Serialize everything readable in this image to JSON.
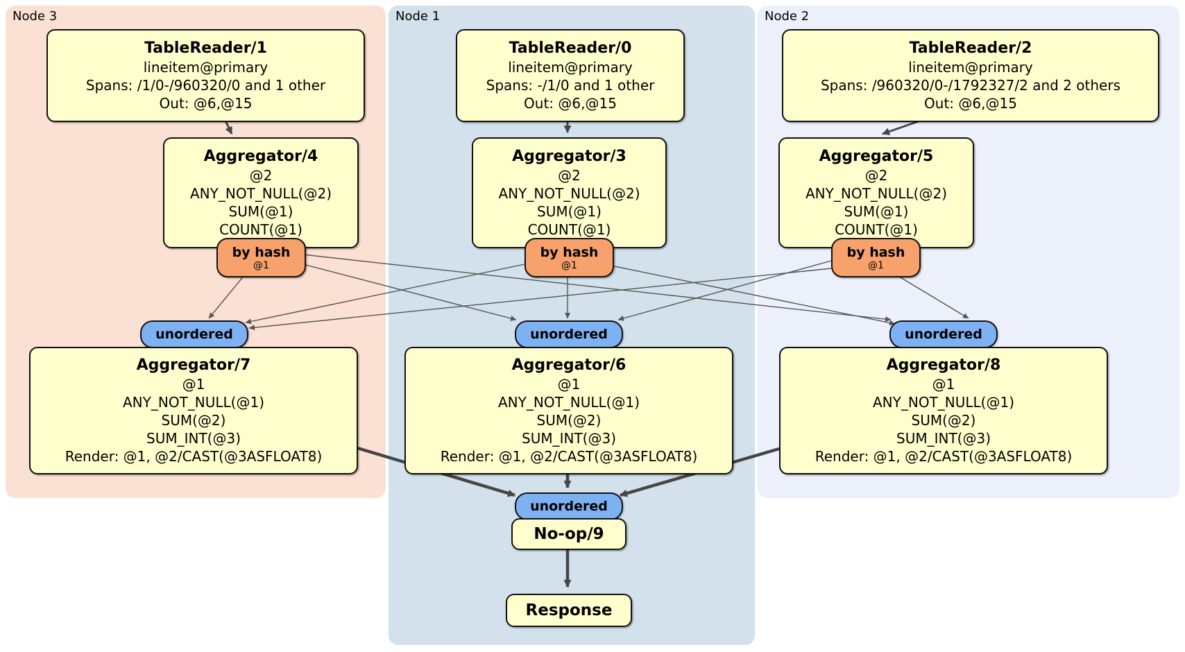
{
  "colors": {
    "node3_bg": "#fbe1d3",
    "node1_bg": "#d2e1eb",
    "node2_bg": "#ebf0fa",
    "processor_fill": "#ffffce",
    "router_fill": "#f7a26d",
    "sync_fill": "#7eb1f2",
    "edge": "#4a4a4a"
  },
  "nodes": [
    {
      "label": "Node 3",
      "table_reader": {
        "title": "TableReader/1",
        "lines": [
          "lineitem@primary",
          "Spans: /1/0-/960320/0 and 1 other",
          "Out: @6,@15"
        ]
      },
      "agg_top": {
        "title": "Aggregator/4",
        "lines": [
          "@2",
          "ANY_NOT_NULL(@2)",
          "SUM(@1)",
          "COUNT(@1)"
        ]
      },
      "router": {
        "label": "by hash",
        "key": "@1"
      },
      "sync_label": "unordered",
      "agg_bottom": {
        "title": "Aggregator/7",
        "lines": [
          "@1",
          "ANY_NOT_NULL(@1)",
          "SUM(@2)",
          "SUM_INT(@3)",
          "Render: @1, @2/CAST(@3ASFLOAT8)"
        ]
      }
    },
    {
      "label": "Node 1",
      "table_reader": {
        "title": "TableReader/0",
        "lines": [
          "lineitem@primary",
          "Spans: -/1/0 and 1 other",
          "Out: @6,@15"
        ]
      },
      "agg_top": {
        "title": "Aggregator/3",
        "lines": [
          "@2",
          "ANY_NOT_NULL(@2)",
          "SUM(@1)",
          "COUNT(@1)"
        ]
      },
      "router": {
        "label": "by hash",
        "key": "@1"
      },
      "sync_label": "unordered",
      "agg_bottom": {
        "title": "Aggregator/6",
        "lines": [
          "@1",
          "ANY_NOT_NULL(@1)",
          "SUM(@2)",
          "SUM_INT(@3)",
          "Render: @1, @2/CAST(@3ASFLOAT8)"
        ]
      }
    },
    {
      "label": "Node 2",
      "table_reader": {
        "title": "TableReader/2",
        "lines": [
          "lineitem@primary",
          "Spans: /960320/0-/1792327/2 and 2 others",
          "Out: @6,@15"
        ]
      },
      "agg_top": {
        "title": "Aggregator/5",
        "lines": [
          "@2",
          "ANY_NOT_NULL(@2)",
          "SUM(@1)",
          "COUNT(@1)"
        ]
      },
      "router": {
        "label": "by hash",
        "key": "@1"
      },
      "sync_label": "unordered",
      "agg_bottom": {
        "title": "Aggregator/8",
        "lines": [
          "@1",
          "ANY_NOT_NULL(@1)",
          "SUM(@2)",
          "SUM_INT(@3)",
          "Render: @1, @2/CAST(@3ASFLOAT8)"
        ]
      }
    }
  ],
  "final": {
    "sync_label": "unordered",
    "noop_title": "No-op/9",
    "response_title": "Response"
  }
}
